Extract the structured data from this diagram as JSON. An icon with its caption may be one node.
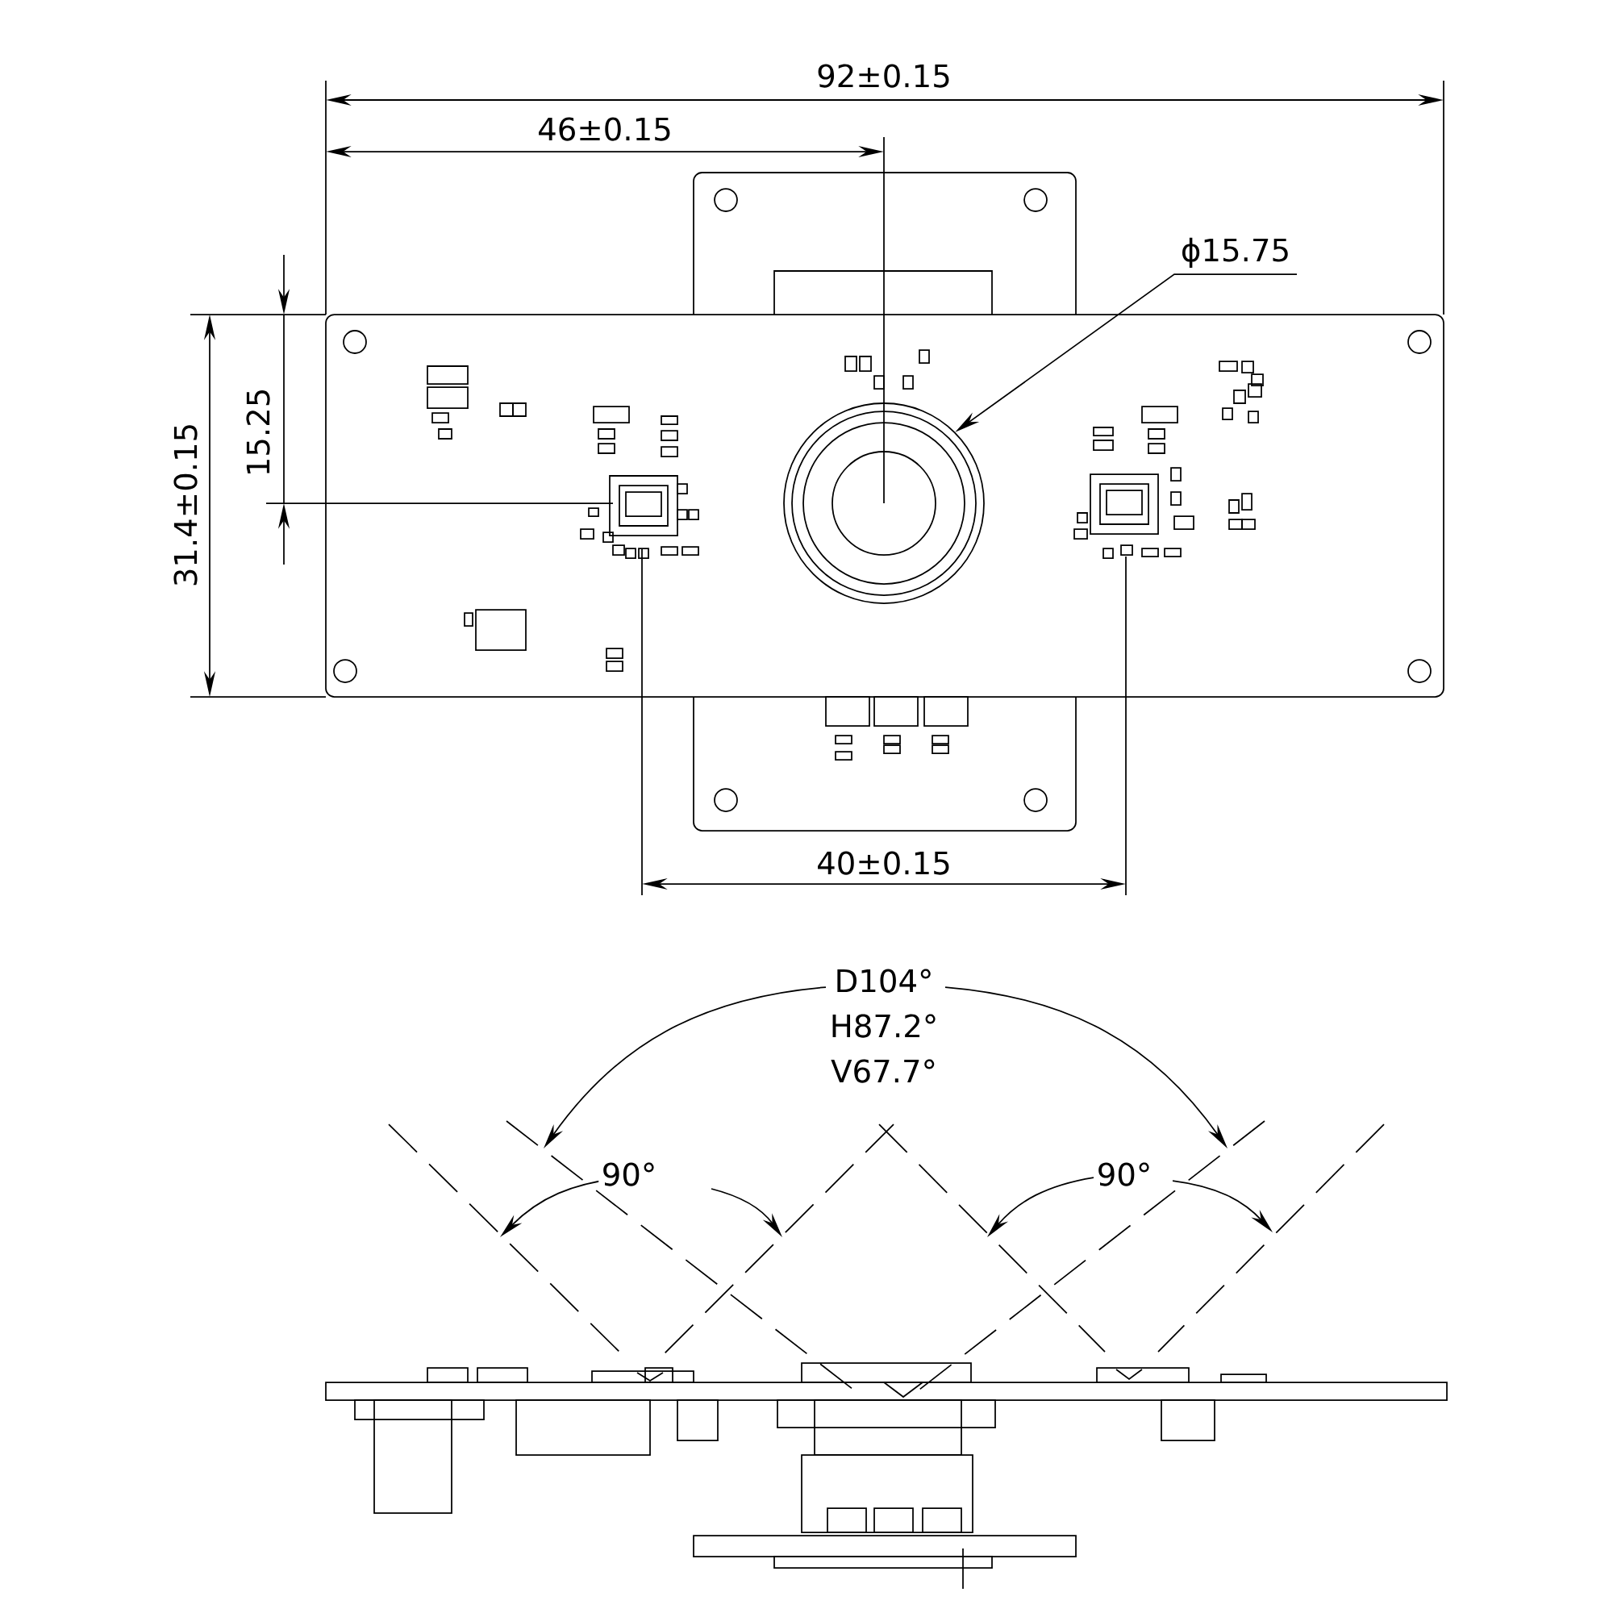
{
  "diagram": {
    "nodes": [
      {
        "text": [
          "ϕ15.75"
        ]
      },
      {
        "text": [],
        "shape": "circle"
      }
    ],
    "edges": [
      {
        "from": 0,
        "to": 1,
        "arrow": "to"
      }
    ],
    "labels": [
      "92±0.15",
      "46±0.15",
      "31.4±0.15",
      "15.25",
      "40±0.15",
      "D104°",
      "H87.2°",
      "V67.7°",
      "90°",
      "90°"
    ]
  }
}
